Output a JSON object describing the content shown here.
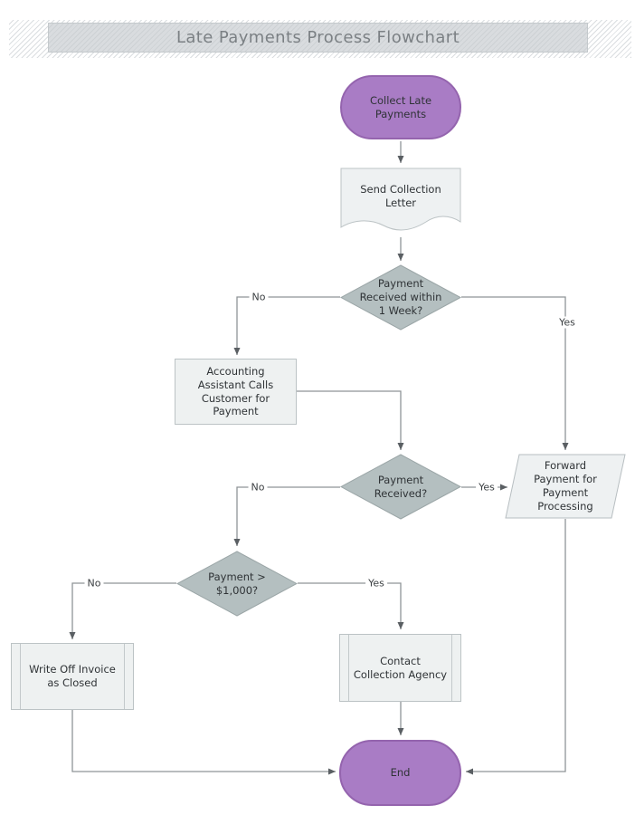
{
  "title": "Late Payments Process Flowchart",
  "nodes": {
    "start": {
      "type": "terminator",
      "label": "Collect Late\nPayments"
    },
    "send_letter": {
      "type": "document",
      "label": "Send Collection\nLetter"
    },
    "payment_week": {
      "type": "decision",
      "label": "Payment\nReceived within\n1 Week?"
    },
    "accounting_calls": {
      "type": "process",
      "label": "Accounting\nAssistant Calls\nCustomer for\nPayment"
    },
    "payment_received": {
      "type": "decision",
      "label": "Payment\nReceived?"
    },
    "forward_payment": {
      "type": "data",
      "label": "Forward\nPayment for\nPayment\nProcessing"
    },
    "payment_amount": {
      "type": "decision",
      "label": "Payment >\n$1,000?"
    },
    "write_off": {
      "type": "predefined-process",
      "label": "Write Off Invoice\nas Closed"
    },
    "contact_agency": {
      "type": "predefined-process",
      "label": "Contact\nCollection Agency"
    },
    "end": {
      "type": "terminator",
      "label": "End"
    }
  },
  "edge_labels": {
    "week_no": "No",
    "week_yes": "Yes",
    "received_no": "No",
    "received_yes": "Yes",
    "amount_no": "No",
    "amount_yes": "Yes"
  },
  "colors": {
    "terminator_fill": "#a97cc5",
    "terminator_border": "#9464ae",
    "decision_fill": "#b4bfc0",
    "decision_border": "#9ba6a7",
    "process_fill": "#eef1f1",
    "process_border": "#bcc3c5",
    "connector_line": "#8f9497",
    "arrowhead": "#5a5f63",
    "title_text": "#7b8084",
    "node_text": "#2f3336"
  }
}
